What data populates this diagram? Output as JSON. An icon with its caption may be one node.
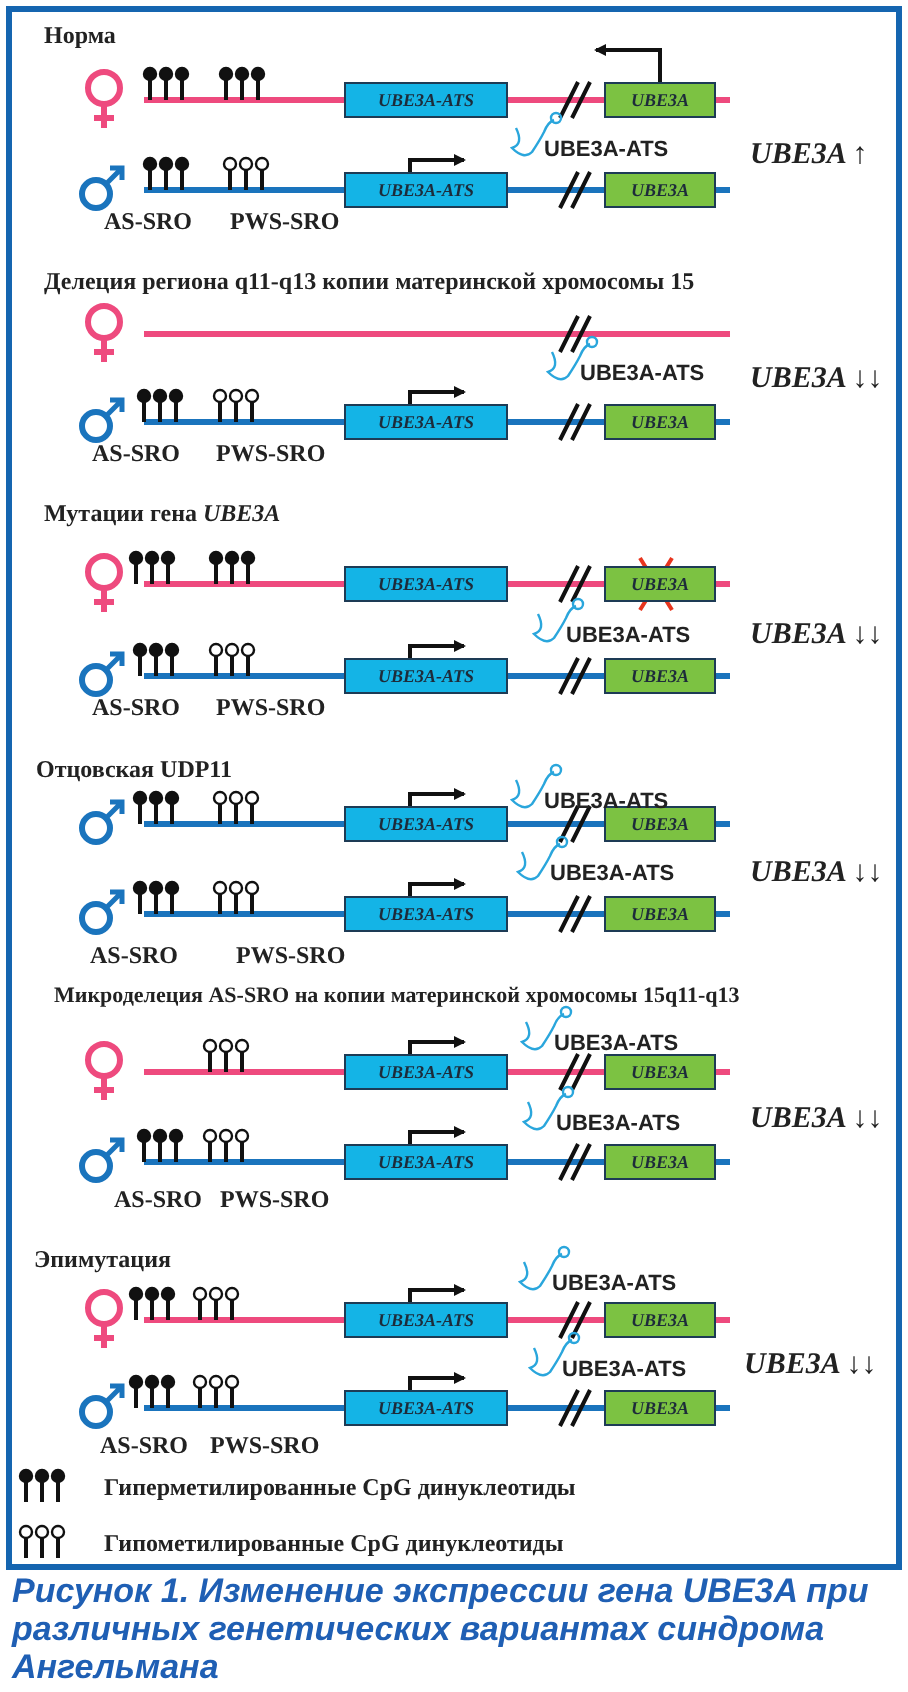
{
  "diagram": {
    "caption": "Рисунок 1.  Изменение экспрессии гена UBE3A при различных генетических вариантах синдрома Ангельмана",
    "nodes": [
      {
        "text": [
          "UBE3A-ATS"
        ]
      },
      {
        "text": [
          "UBE3A"
        ]
      },
      {
        "text": [
          "UBE3A-ATS"
        ]
      },
      {
        "text": [
          "UBE3A"
        ]
      },
      {
        "text": [
          "UBE3A-ATS"
        ]
      },
      {
        "text": [
          "UBE3A"
        ]
      },
      {
        "text": [
          "UBE3A-ATS"
        ]
      },
      {
        "text": [
          "UBE3A"
        ]
      },
      {
        "text": [
          "UBE3A-ATS"
        ]
      },
      {
        "text": [
          "UBE3A"
        ]
      },
      {
        "text": [
          "UBE3A-ATS"
        ]
      },
      {
        "text": [
          "UBE3A"
        ]
      },
      {
        "text": [
          "UBE3A-ATS"
        ]
      },
      {
        "text": [
          "UBE3A"
        ]
      },
      {
        "text": [
          "UBE3A-ATS"
        ]
      },
      {
        "text": [
          "UBE3A"
        ]
      },
      {
        "text": [
          "UBE3A-ATS"
        ]
      },
      {
        "text": [
          "UBE3A"
        ]
      },
      {
        "text": [
          "UBE3A-ATS"
        ]
      },
      {
        "text": [
          "UBE3A"
        ]
      },
      {
        "text": [
          "UBE3A-ATS"
        ]
      },
      {
        "text": [
          "UBE3A"
        ]
      }
    ],
    "labels": [
      "Норма",
      "UBE3A-ATS",
      "UBE3A ↑",
      "AS-SRO",
      "PWS-SRO",
      "Делеция региона q11-q13 копии материнской хромосомы 15",
      "UBE3A-ATS",
      "UBE3A ↓↓",
      "AS-SRO",
      "PWS-SRO",
      "Мутации гена *UBE3A*",
      "UBE3A-ATS",
      "UBE3A ↓↓",
      "AS-SRO",
      "PWS-SRO",
      "Отцовская UDP11",
      "UBE3A-ATS",
      "UBE3A-ATS",
      "UBE3A ↓↓",
      "AS-SRO",
      "PWS-SRO",
      "Микроделеция AS-SRO на копии материнской хромосомы 15q11-q13",
      "UBE3A-ATS",
      "UBE3A-ATS",
      "UBE3A ↓↓",
      "AS-SRO",
      "PWS-SRO",
      "Эпимутация",
      "UBE3A-ATS",
      "UBE3A-ATS",
      "UBE3A ↓↓",
      "AS-SRO",
      "PWS-SRO"
    ],
    "legend": [
      {
        "text": "Гиперметилированные CpG динуклеотиды"
      },
      {
        "text": "Гипометилированные CpG динуклеотиды"
      }
    ]
  }
}
